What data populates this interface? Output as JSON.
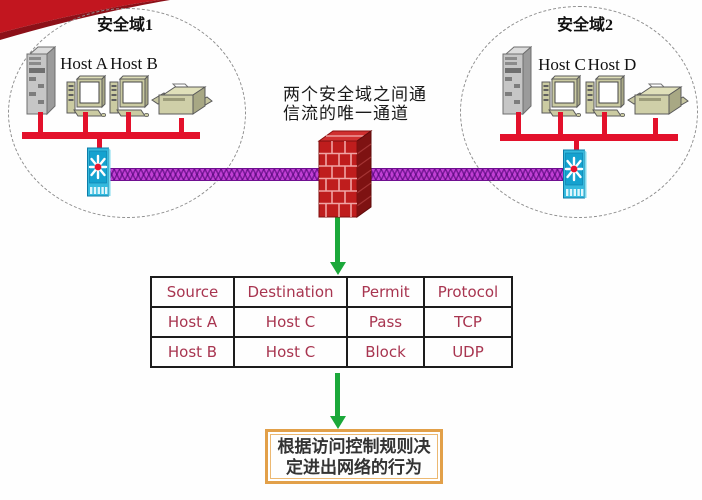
{
  "domain1": {
    "label": "安全域1"
  },
  "domain2": {
    "label": "安全域2"
  },
  "hosts": {
    "a": "Host A",
    "b": "Host B",
    "c": "Host C",
    "d": "Host D"
  },
  "annotation": {
    "line1": "两个安全域之间通",
    "line2": "信流的唯一通道"
  },
  "conclusion": {
    "line1": "根据访问控制规则决",
    "line2": "定进出网络的行为"
  },
  "acl_table": {
    "headers": [
      "Source",
      "Destination",
      "Permit",
      "Protocol"
    ],
    "rows": [
      [
        "Host A",
        "Host C",
        "Pass",
        "TCP"
      ],
      [
        "Host B",
        "Host C",
        "Block",
        "UDP"
      ]
    ]
  },
  "icons": {
    "server": "server-icon",
    "host": "host-computer-icon",
    "printer": "printer-icon",
    "switch": "switch-icon",
    "firewall": "firewall-icon",
    "arrow": "arrow-down-icon",
    "banner": "corner-ribbon"
  },
  "colors": {
    "lan_red": "#e3112b",
    "trunk_purple": "#c13fd4",
    "arrow_green": "#1ba83a",
    "table_text": "#a83550",
    "conclusion_border": "#e2a049",
    "firewall_red": "#bf1d1d",
    "switch_cyan": "#34bade",
    "banner_red": "#c2161f"
  }
}
